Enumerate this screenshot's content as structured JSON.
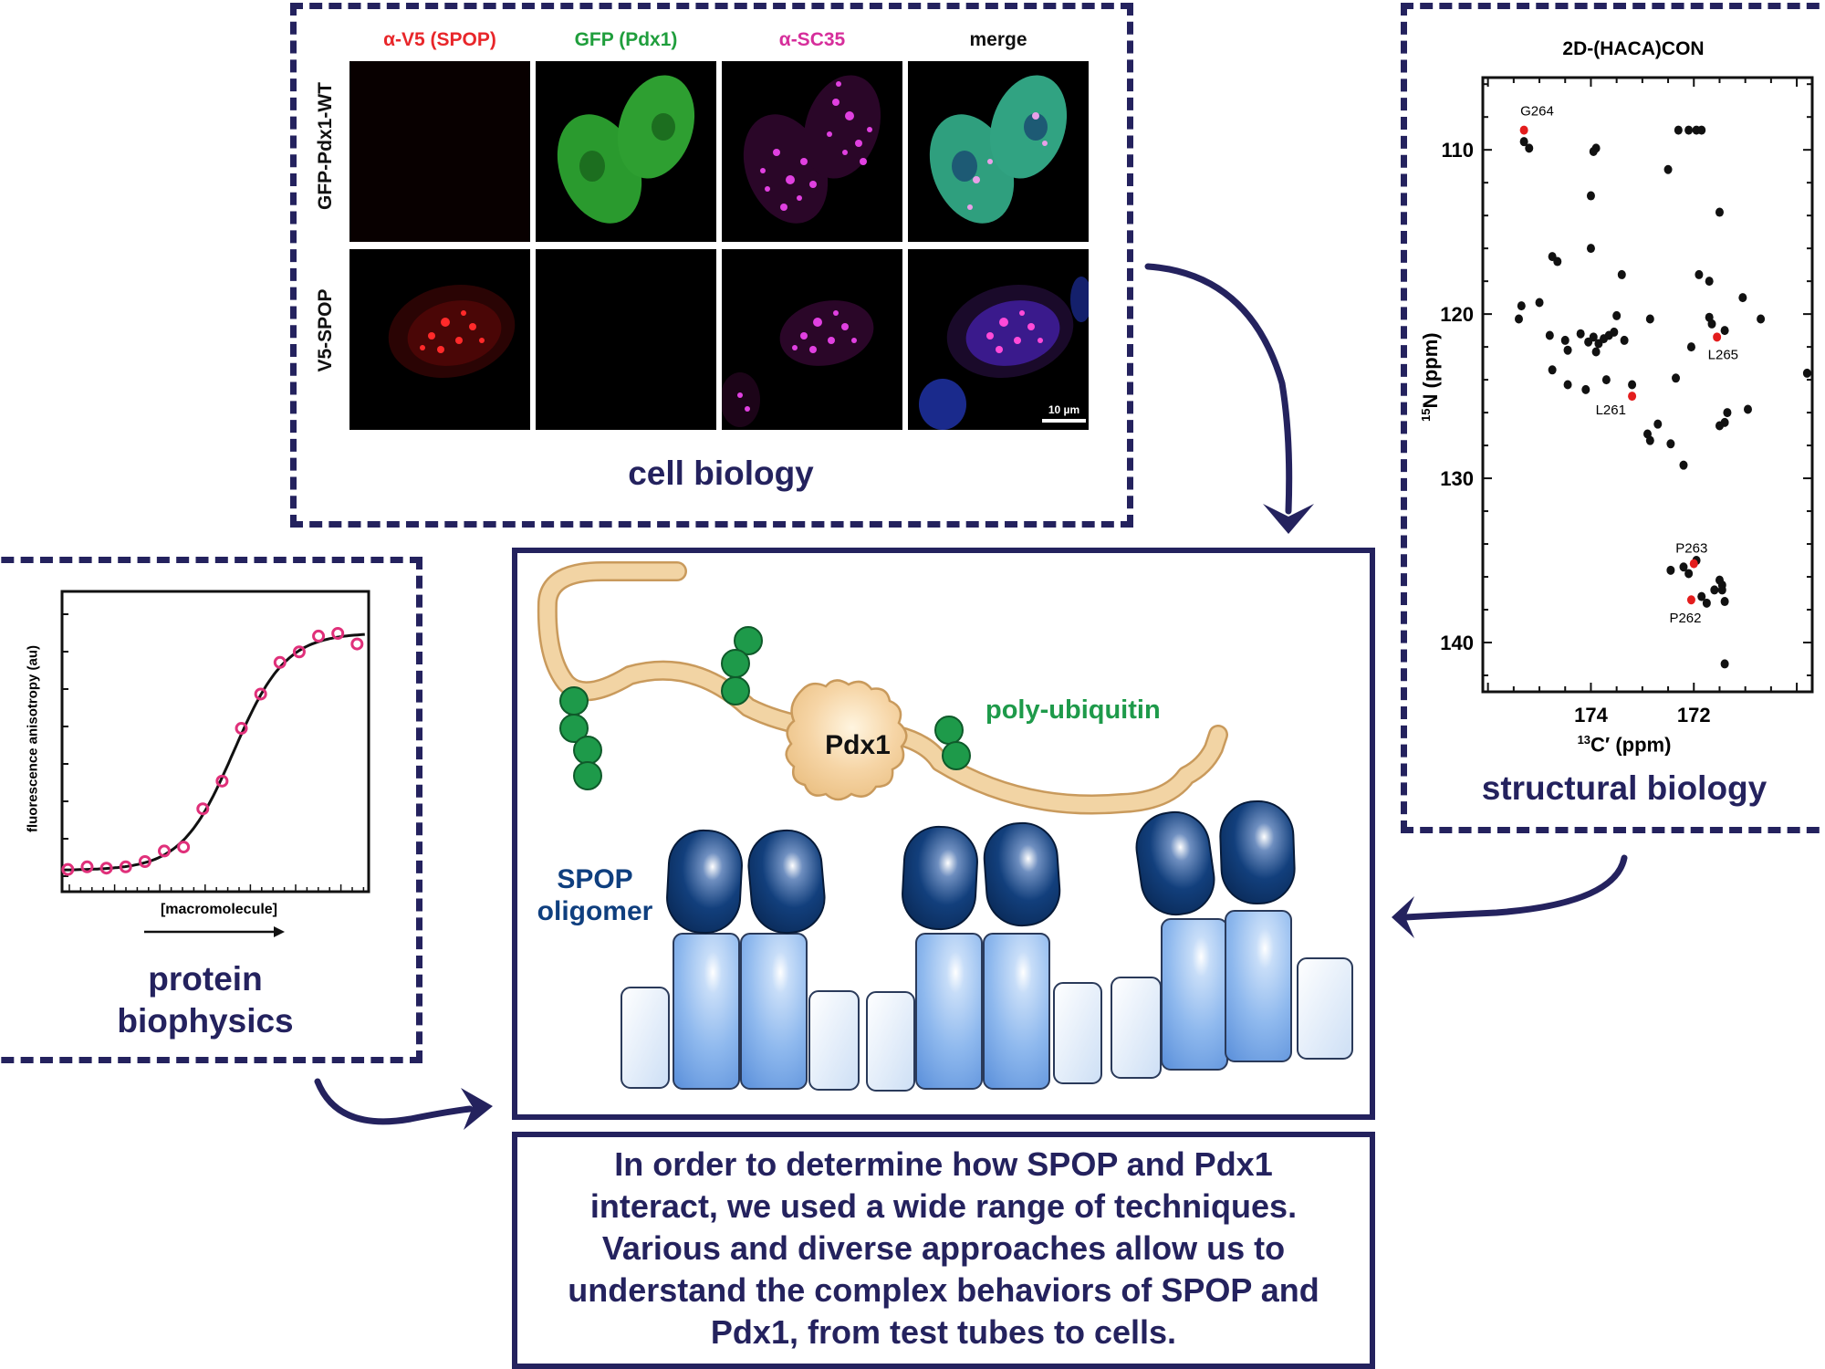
{
  "cell_biology": {
    "label": "cell biology",
    "columns": [
      "α-V5 (SPOP)",
      "GFP (Pdx1)",
      "α-SC35",
      "merge"
    ],
    "column_colors": [
      "#e8262a",
      "#1f9e3c",
      "#d62e9b",
      "#111111"
    ],
    "rows": [
      "GFP-Pdx1-WT",
      "V5-SPOP"
    ],
    "scale_bar": "10 µm"
  },
  "structural_biology": {
    "label": "structural biology",
    "title": "2D-(HACA)CON",
    "xlabel_prefix": "13",
    "xlabel": "C′ (ppm)",
    "ylabel_prefix": "15",
    "ylabel": "N (ppm)"
  },
  "protein_biophysics": {
    "label_line1": "protein",
    "label_line2": "biophysics",
    "ylabel": "fluorescence anisotropy (au)",
    "xlabel": "[macromolecule]"
  },
  "cartoon": {
    "pdx1_label": "Pdx1",
    "ubiquitin_label": "poly-ubiquitin",
    "spop_label_line1": "SPOP",
    "spop_label_line2": "oligomer",
    "colors": {
      "linker": "#f2d4a4",
      "ubiquitin": "#1e9a4a",
      "spop_dark": "#0f3f7f",
      "spop_light": "#8fb9ee"
    }
  },
  "summary": {
    "line1": "In order to determine how SPOP and Pdx1",
    "line2": "interact, we used a wide range of techniques.",
    "line3": "Various and diverse approaches allow us to",
    "line4": "understand the complex behaviors of SPOP and",
    "line5": "Pdx1, from test tubes to cells."
  },
  "chart_data": [
    {
      "type": "scatter",
      "title": "2D-(HACA)CON",
      "xlabel": "13C′ (ppm)",
      "ylabel": "15N (ppm)",
      "xlim": [
        176.1,
        169.7
      ],
      "ylim": [
        143.0,
        105.6
      ],
      "x_ticks": [
        174,
        172
      ],
      "y_ticks": [
        110,
        120,
        130,
        140
      ],
      "highlight_color": "#e31d1d",
      "points": [
        {
          "x": 175.3,
          "y": 109.5
        },
        {
          "x": 175.2,
          "y": 109.9
        },
        {
          "x": 173.9,
          "y": 109.9
        },
        {
          "x": 173.95,
          "y": 110.1
        },
        {
          "x": 172.3,
          "y": 108.8
        },
        {
          "x": 172.1,
          "y": 108.8
        },
        {
          "x": 171.95,
          "y": 108.8
        },
        {
          "x": 171.85,
          "y": 108.8
        },
        {
          "x": 172.5,
          "y": 111.2
        },
        {
          "x": 174.0,
          "y": 112.8
        },
        {
          "x": 171.5,
          "y": 113.8
        },
        {
          "x": 174.0,
          "y": 116.0
        },
        {
          "x": 174.75,
          "y": 116.5
        },
        {
          "x": 174.65,
          "y": 116.8
        },
        {
          "x": 173.4,
          "y": 117.6
        },
        {
          "x": 171.9,
          "y": 117.6
        },
        {
          "x": 171.7,
          "y": 118.0
        },
        {
          "x": 175.35,
          "y": 119.5
        },
        {
          "x": 175.0,
          "y": 119.3
        },
        {
          "x": 175.4,
          "y": 120.3
        },
        {
          "x": 171.05,
          "y": 119.0
        },
        {
          "x": 171.7,
          "y": 120.2
        },
        {
          "x": 171.65,
          "y": 120.6
        },
        {
          "x": 170.7,
          "y": 120.3
        },
        {
          "x": 171.4,
          "y": 121.0
        },
        {
          "x": 173.5,
          "y": 120.1
        },
        {
          "x": 172.85,
          "y": 120.3
        },
        {
          "x": 174.8,
          "y": 121.3
        },
        {
          "x": 174.5,
          "y": 121.6
        },
        {
          "x": 174.45,
          "y": 122.2
        },
        {
          "x": 174.2,
          "y": 121.2
        },
        {
          "x": 173.95,
          "y": 121.4
        },
        {
          "x": 174.05,
          "y": 121.7
        },
        {
          "x": 173.85,
          "y": 121.8
        },
        {
          "x": 173.75,
          "y": 121.5
        },
        {
          "x": 173.65,
          "y": 121.3
        },
        {
          "x": 173.55,
          "y": 121.1
        },
        {
          "x": 173.35,
          "y": 121.6
        },
        {
          "x": 173.9,
          "y": 122.3
        },
        {
          "x": 172.05,
          "y": 122.0
        },
        {
          "x": 174.75,
          "y": 123.4
        },
        {
          "x": 174.1,
          "y": 124.6
        },
        {
          "x": 173.7,
          "y": 124.0
        },
        {
          "x": 174.45,
          "y": 124.3
        },
        {
          "x": 173.2,
          "y": 124.3
        },
        {
          "x": 172.35,
          "y": 123.9
        },
        {
          "x": 169.8,
          "y": 123.6
        },
        {
          "x": 170.95,
          "y": 125.8
        },
        {
          "x": 171.35,
          "y": 126.0
        },
        {
          "x": 171.4,
          "y": 126.6
        },
        {
          "x": 171.5,
          "y": 126.8
        },
        {
          "x": 172.7,
          "y": 126.7
        },
        {
          "x": 172.9,
          "y": 127.3
        },
        {
          "x": 172.85,
          "y": 127.7
        },
        {
          "x": 172.45,
          "y": 127.9
        },
        {
          "x": 172.2,
          "y": 129.2
        },
        {
          "x": 172.45,
          "y": 135.6
        },
        {
          "x": 172.2,
          "y": 135.4
        },
        {
          "x": 171.95,
          "y": 135.0
        },
        {
          "x": 172.1,
          "y": 135.8
        },
        {
          "x": 171.5,
          "y": 136.2
        },
        {
          "x": 171.45,
          "y": 136.5
        },
        {
          "x": 171.6,
          "y": 136.8
        },
        {
          "x": 171.45,
          "y": 136.8
        },
        {
          "x": 171.85,
          "y": 137.2
        },
        {
          "x": 171.75,
          "y": 137.6
        },
        {
          "x": 171.4,
          "y": 137.5
        },
        {
          "x": 171.4,
          "y": 141.3
        }
      ],
      "labeled_points": [
        {
          "label": "G264",
          "x": 175.3,
          "y": 108.8
        },
        {
          "label": "L265",
          "x": 171.55,
          "y": 121.4
        },
        {
          "label": "L261",
          "x": 173.2,
          "y": 125.0
        },
        {
          "label": "P263",
          "x": 172.0,
          "y": 135.2
        },
        {
          "label": "P262",
          "x": 172.05,
          "y": 137.4
        }
      ]
    },
    {
      "type": "scatter",
      "title": "",
      "xlabel": "[macromolecule]",
      "ylabel": "fluorescence anisotropy (au)",
      "x": [
        0,
        1,
        2,
        3,
        4,
        5,
        6,
        7,
        8,
        9,
        10,
        11,
        12,
        13,
        14,
        15
      ],
      "y": [
        0.015,
        0.025,
        0.02,
        0.025,
        0.045,
        0.085,
        0.1,
        0.245,
        0.35,
        0.55,
        0.68,
        0.8,
        0.84,
        0.9,
        0.91,
        0.87
      ],
      "ylim": [
        0,
        1
      ],
      "xlim": [
        -0.3,
        15.6
      ],
      "fit_curve": "sigmoid"
    }
  ]
}
